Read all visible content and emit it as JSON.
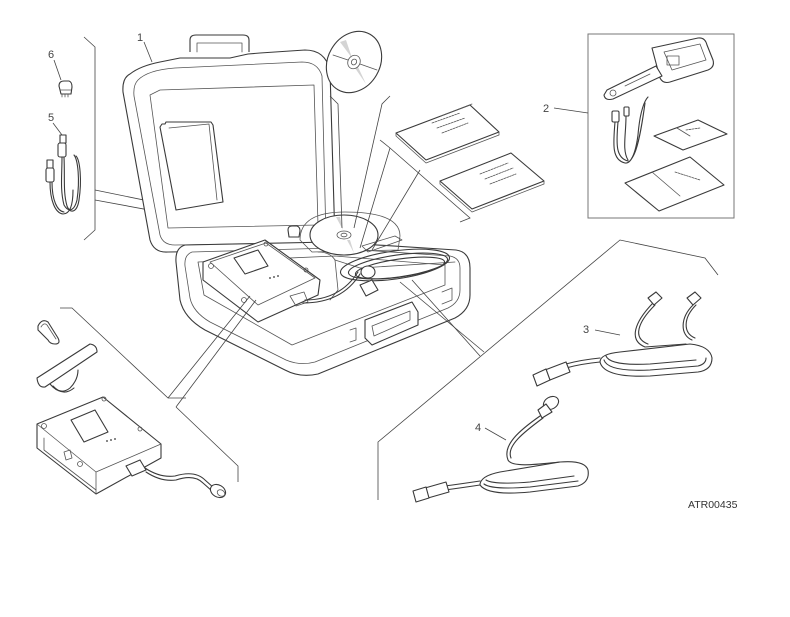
{
  "diagram": {
    "type": "exploded parts view",
    "reference_code": "ATR00435",
    "callouts": [
      {
        "number": "1",
        "part": "carrying-case"
      },
      {
        "number": "2",
        "part": "key-fob-kit-with-usb-cable-and-manuals"
      },
      {
        "number": "3",
        "part": "y-split-diagnostic-cable"
      },
      {
        "number": "4",
        "part": "diagnostic-cable"
      },
      {
        "number": "5",
        "part": "usb-cable"
      },
      {
        "number": "6",
        "part": "adapter-plug"
      }
    ],
    "unlabeled_parts": [
      "software-cd",
      "user-manuals",
      "diagnostic-interface-unit",
      "carabiner-clip",
      "strap"
    ]
  }
}
